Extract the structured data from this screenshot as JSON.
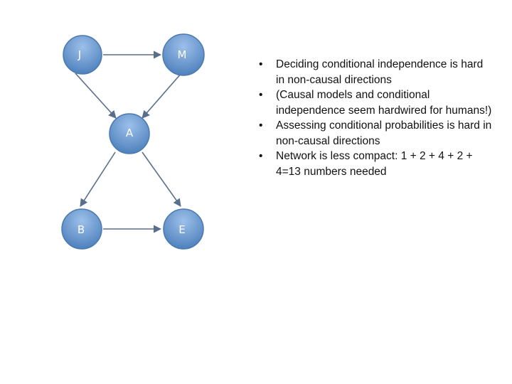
{
  "colors": {
    "node_fill_light": "#8db4e2",
    "node_fill_dark": "#4f81bd",
    "node_stroke": "#4a7ab0",
    "edge": "#5a6f8c"
  },
  "graph": {
    "nodes": {
      "J": "J",
      "M": "M",
      "A": "A",
      "B": "B",
      "E": "E"
    }
  },
  "bullets": [
    "Deciding conditional independence is hard in non-causal directions",
    "(Causal models and conditional independence seem hardwired for humans!)",
    "Assessing conditional probabilities is hard in non-causal directions",
    "Network is less compact: 1 + 2 + 4 + 2 + 4=13 numbers needed"
  ],
  "bullet_glyph": "•"
}
